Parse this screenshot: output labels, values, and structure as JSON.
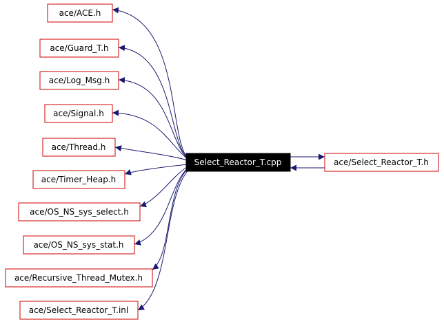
{
  "graph": {
    "main_node": "Select_Reactor_T.cpp",
    "include_nodes": [
      "ace/ACE.h",
      "ace/Guard_T.h",
      "ace/Log_Msg.h",
      "ace/Signal.h",
      "ace/Thread.h",
      "ace/Timer_Heap.h",
      "ace/OS_NS_sys_select.h",
      "ace/OS_NS_sys_stat.h",
      "ace/Recursive_Thread_Mutex.h",
      "ace/Select_Reactor_T.inl"
    ],
    "header_node": "ace/Select_Reactor_T.h",
    "colors": {
      "node_border": "#cc0000",
      "main_node_fill": "#000000",
      "main_node_text": "#ffffff",
      "edge": "#191970"
    }
  }
}
